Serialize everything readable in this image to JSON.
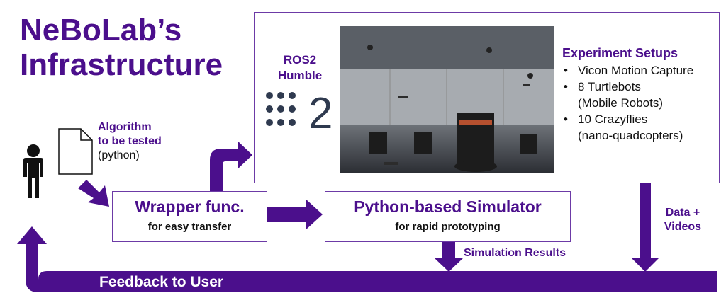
{
  "title": {
    "line1": "NeBoLab’s",
    "line2": "Infrastructure"
  },
  "algorithm": {
    "line1": "Algorithm",
    "line2": "to be tested",
    "line3": "(python)"
  },
  "ros": {
    "line1": "ROS2",
    "line2": "Humble",
    "logo_number": "2"
  },
  "setups": {
    "heading": "Experiment Setups",
    "items": [
      "Vicon Motion Capture",
      "8 Turtlebots",
      "(Mobile Robots)",
      "10 Crazyflies",
      "(nano-quadcopters)"
    ]
  },
  "wrapper": {
    "title": "Wrapper func.",
    "subtitle": "for easy transfer"
  },
  "simulator": {
    "title": "Python-based Simulator",
    "subtitle": "for rapid prototyping"
  },
  "labels": {
    "data_videos_1": "Data +",
    "data_videos_2": "Videos",
    "sim_results": "Simulation Results"
  },
  "feedback": "Feedback to User",
  "colors": {
    "accent": "#4b0f8c",
    "box_border": "#6c3aa6"
  }
}
